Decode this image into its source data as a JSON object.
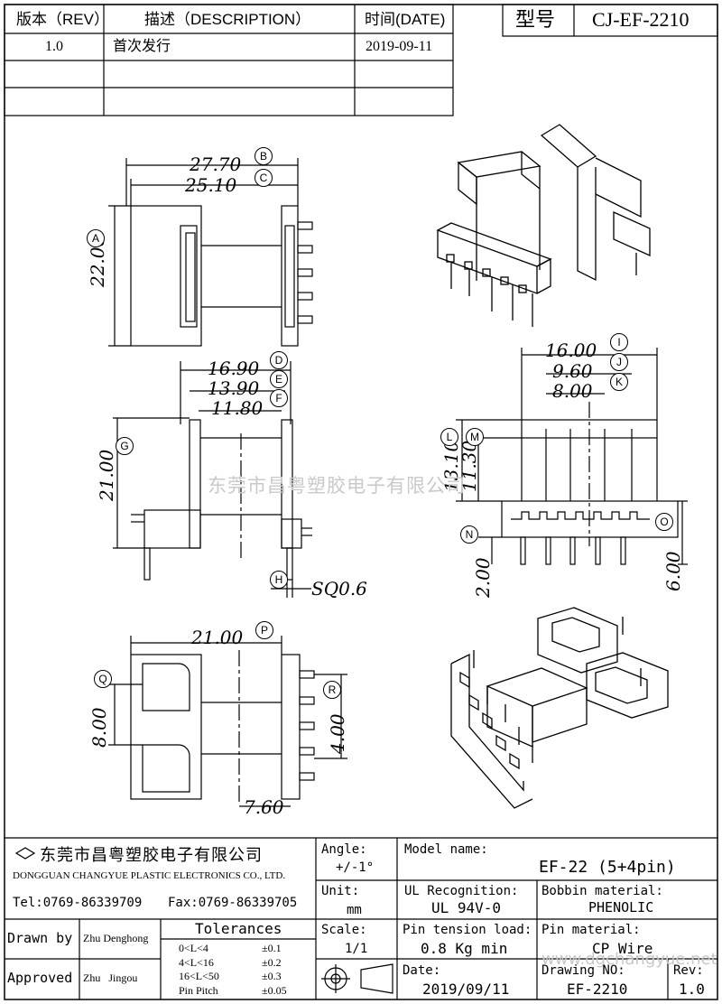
{
  "revision_table": {
    "headers": [
      "版本（REV）",
      "描述（DESCRIPTION）",
      "时间(DATE)"
    ],
    "rows": [
      {
        "rev": "1.0",
        "desc": "首次发行",
        "date": "2019-09-11"
      }
    ]
  },
  "model_box": {
    "label": "型号",
    "value": "CJ-EF-2210"
  },
  "dimensions": {
    "A": "22.00",
    "B": "27.70",
    "C": "25.10",
    "D": "16.90",
    "E": "13.90",
    "F": "11.80",
    "G": "21.00",
    "H": "SQ0.6",
    "I": "16.00",
    "J": "9.60",
    "K": "8.00",
    "L": "13.10",
    "M": "11.30",
    "N": "2.00",
    "O": "6.00",
    "P": "21.00",
    "Q": "8.00",
    "R": "4.00",
    "S": "7.60"
  },
  "markers": [
    "A",
    "B",
    "C",
    "D",
    "E",
    "F",
    "G",
    "H",
    "I",
    "J",
    "K",
    "L",
    "M",
    "N",
    "O",
    "P",
    "Q",
    "R"
  ],
  "watermark": {
    "center": "东莞市昌粤塑胶电子有限公司",
    "corner": "www.dgchangyue.net"
  },
  "title_block": {
    "company_cn": "东莞市昌粤塑胶电子有限公司",
    "company_en": "DONGGUAN CHANGYUE PLASTIC ELECTRONICS CO., LTD.",
    "tel": "Tel:0769-86339709",
    "fax": "Fax:0769-86339705",
    "angle_label": "Angle:",
    "angle_value": "+/-1°",
    "unit_label": "Unit:",
    "unit_value": "mm",
    "scale_label": "Scale:",
    "scale_value": "1/1",
    "model_name_label": "Model name:",
    "model_name_value": "EF-22 (5+4pin)",
    "ul_label": "UL Recognition:",
    "ul_value": "UL 94V-0",
    "bobbin_label": "Bobbin material:",
    "bobbin_value": "PHENOLIC",
    "pin_tension_label": "Pin tension load:",
    "pin_tension_value": "0.8 Kg min",
    "pin_material_label": "Pin material:",
    "pin_material_value": "CP Wire",
    "date_label": "Date:",
    "date_value": "2019/09/11",
    "drawing_no_label": "Drawing NO:",
    "drawing_no_value": "EF-2210",
    "rev_label": "Rev:",
    "rev_value": "1.0",
    "drawn_by_label": "Drawn by",
    "drawn_by_value": "Zhu Denghong",
    "approved_label": "Approved",
    "approved_value": "Zhu   Jingou",
    "tolerances_label": "Tolerances",
    "tolerances": [
      {
        "range": "0<L<4",
        "value": "±0.1"
      },
      {
        "range": "4<L<16",
        "value": "±0.2"
      },
      {
        "range": "16<L<50",
        "value": "±0.3"
      },
      {
        "range": "Pin Pitch",
        "value": "±0.05"
      }
    ]
  }
}
